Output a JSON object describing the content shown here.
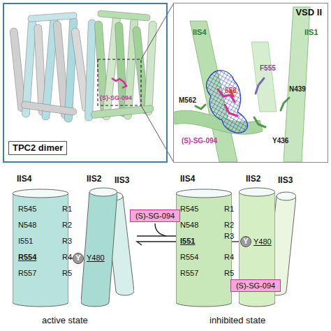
{
  "diagram": {
    "nodes": [
      {
        "text": [
          "TPC2 dimer"
        ]
      },
      {
        "text": [
          "VSD II"
        ]
      },
      {
        "text": [
          "IIS4"
        ]
      },
      {
        "text": [
          "IIS2"
        ]
      },
      {
        "text": [
          "IIS3"
        ]
      },
      {
        "text": [
          "Y"
        ]
      },
      {
        "text": [
          "(S)-SG-094"
        ]
      },
      {
        "text": [
          "IIS4"
        ]
      },
      {
        "text": [
          "IIS2"
        ]
      },
      {
        "text": [
          "IIS3"
        ]
      },
      {
        "text": [
          "Y"
        ]
      },
      {
        "text": [
          "(S)-SG-094"
        ]
      }
    ],
    "labels": [
      "(S)-SG-094",
      "IIS4",
      "IIS1",
      "F555",
      "N439",
      "M562",
      "558",
      "Y436",
      "(S)-SG-094",
      "R545",
      "R1",
      "N548",
      "R2",
      "I551",
      "R3",
      "R554",
      "R4",
      "R557",
      "R5",
      "Y480",
      "active state",
      "R545",
      "R1",
      "N548",
      "R2",
      "I551",
      "R3",
      "R554",
      "R4",
      "R557",
      "R5",
      "Y480",
      "inhibited state"
    ]
  }
}
